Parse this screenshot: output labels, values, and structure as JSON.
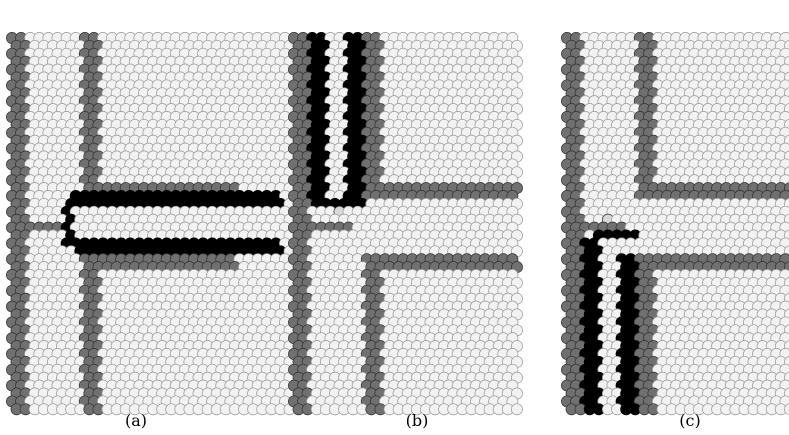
{
  "figure": {
    "panels": [
      {
        "id": "a",
        "label": "(a)",
        "overlay": "horizontal-right"
      },
      {
        "id": "b",
        "label": "(b)",
        "overlay": "vertical-up"
      },
      {
        "id": "c",
        "label": "(c)",
        "overlay": "vertical-down"
      }
    ],
    "colors": {
      "background_cell": "#f2f2f2",
      "background_stroke": "#9a9a9a",
      "wall": "#707070",
      "wall_stroke": "#333333",
      "particle": "#000000",
      "particle_stroke": "#000000",
      "highlight": "#d9d9d9"
    }
  }
}
